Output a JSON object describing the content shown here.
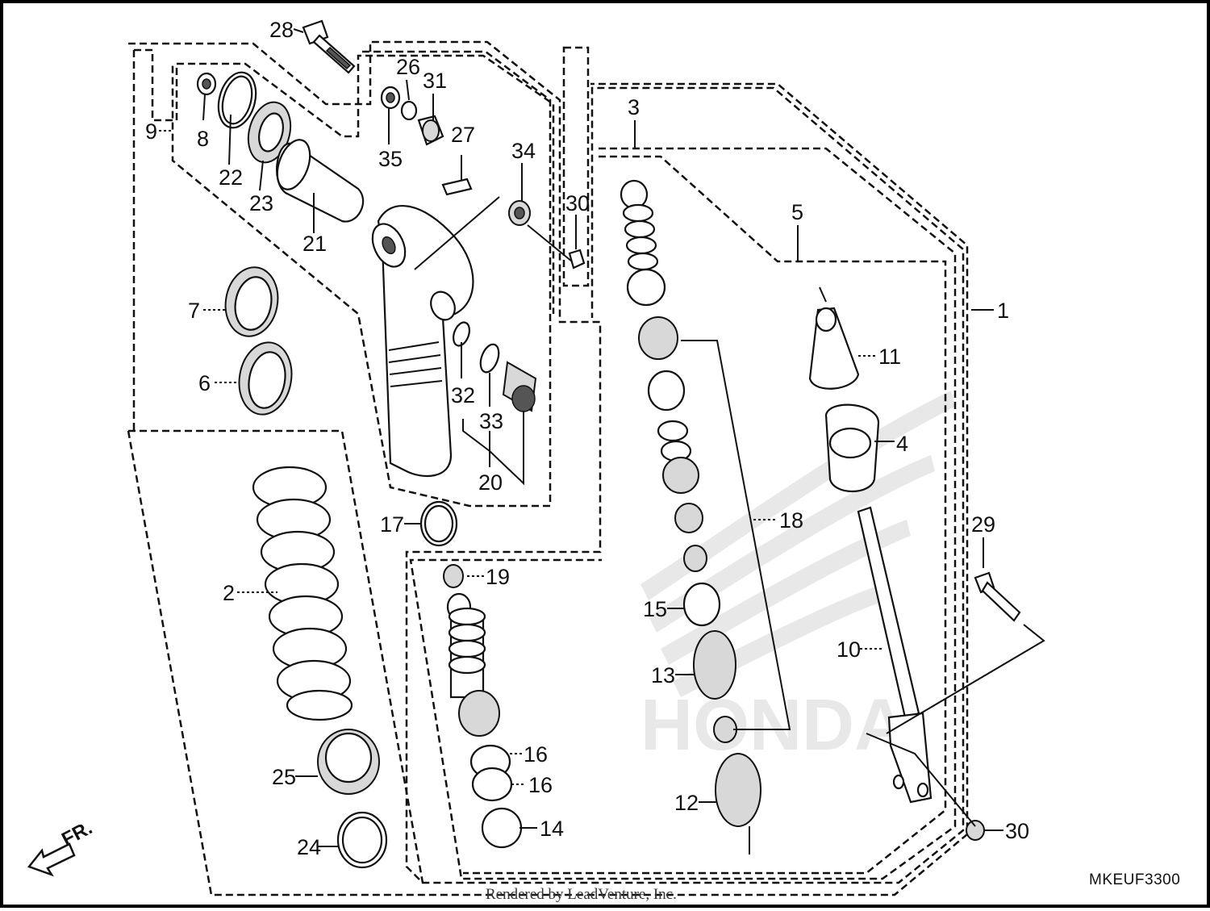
{
  "diagram": {
    "callouts": [
      {
        "id": "c1",
        "text": "1"
      },
      {
        "id": "c2",
        "text": "2"
      },
      {
        "id": "c3",
        "text": "3"
      },
      {
        "id": "c4",
        "text": "4"
      },
      {
        "id": "c5",
        "text": "5"
      },
      {
        "id": "c6",
        "text": "6"
      },
      {
        "id": "c7",
        "text": "7"
      },
      {
        "id": "c8",
        "text": "8"
      },
      {
        "id": "c9",
        "text": "9"
      },
      {
        "id": "c10",
        "text": "10"
      },
      {
        "id": "c11",
        "text": "11"
      },
      {
        "id": "c12",
        "text": "12"
      },
      {
        "id": "c13",
        "text": "13"
      },
      {
        "id": "c14",
        "text": "14"
      },
      {
        "id": "c15",
        "text": "15"
      },
      {
        "id": "c16a",
        "text": "16"
      },
      {
        "id": "c16b",
        "text": "16"
      },
      {
        "id": "c17",
        "text": "17"
      },
      {
        "id": "c18",
        "text": "18"
      },
      {
        "id": "c19",
        "text": "19"
      },
      {
        "id": "c20",
        "text": "20"
      },
      {
        "id": "c21",
        "text": "21"
      },
      {
        "id": "c22",
        "text": "22"
      },
      {
        "id": "c23",
        "text": "23"
      },
      {
        "id": "c24",
        "text": "24"
      },
      {
        "id": "c25",
        "text": "25"
      },
      {
        "id": "c26",
        "text": "26"
      },
      {
        "id": "c27",
        "text": "27"
      },
      {
        "id": "c28",
        "text": "28"
      },
      {
        "id": "c29",
        "text": "29"
      },
      {
        "id": "c30a",
        "text": "30"
      },
      {
        "id": "c30b",
        "text": "30"
      },
      {
        "id": "c31",
        "text": "31"
      },
      {
        "id": "c32",
        "text": "32"
      },
      {
        "id": "c33",
        "text": "33"
      },
      {
        "id": "c34",
        "text": "34"
      },
      {
        "id": "c35",
        "text": "35"
      }
    ],
    "direction_label": "FR.",
    "diagram_code": "MKEUF3300",
    "credit": "Rendered by LeadVenture, Inc."
  }
}
